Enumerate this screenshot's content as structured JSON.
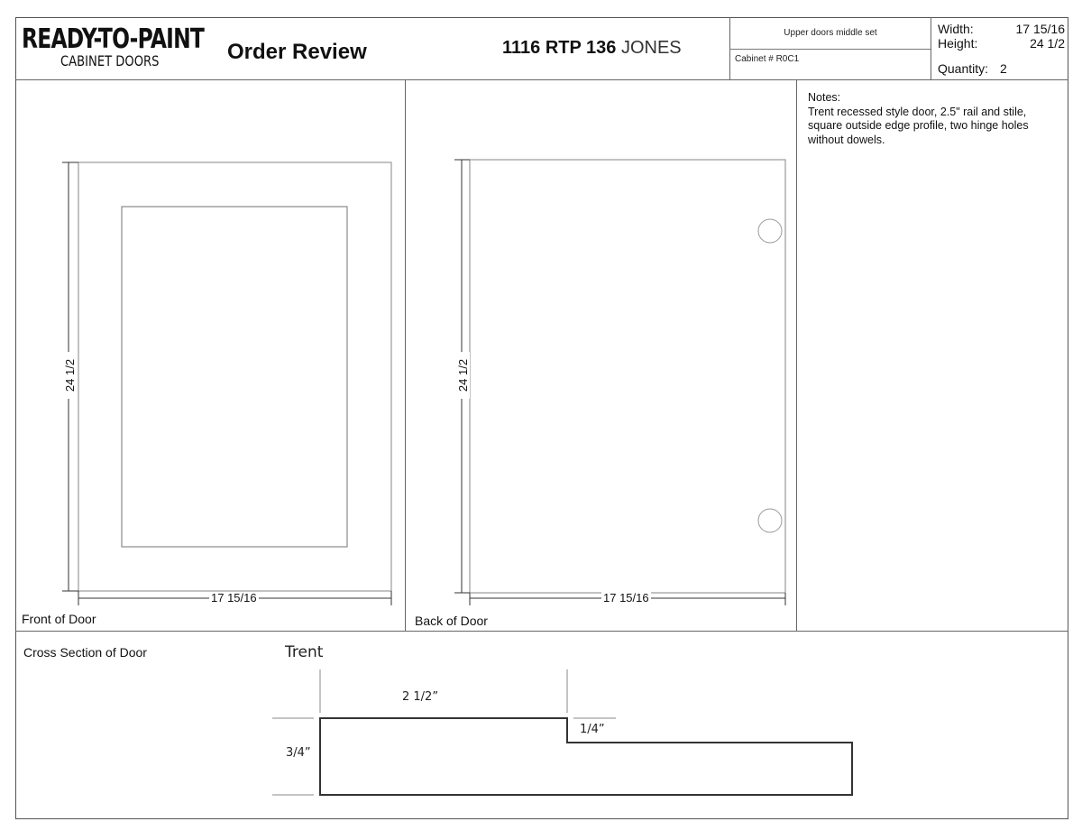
{
  "header": {
    "logo_main": "READY-TO-PAINT",
    "logo_sub": "CABINET DOORS",
    "title": "Order Review",
    "job_number": "1116 RTP 136",
    "job_name": "JONES",
    "description": "Upper doors middle set",
    "cabinet": "Cabinet # R0C1",
    "width_label": "Width:",
    "width_value": "17 15/16",
    "height_label": "Height:",
    "height_value": "24 1/2",
    "quantity_label": "Quantity:",
    "quantity_value": "2"
  },
  "notes": {
    "heading": "Notes:",
    "text": "Trent recessed style door, 2.5\" rail and stile, square outside edge profile, two hinge holes without dowels."
  },
  "front_view": {
    "label": "Front of Door",
    "width_dim": "17 15/16",
    "height_dim": "24 1/2"
  },
  "back_view": {
    "label": "Back of Door",
    "width_dim": "17 15/16",
    "height_dim": "24 1/2",
    "hinge_holes": 2
  },
  "cross_section": {
    "label": "Cross Section of Door",
    "style": "Trent",
    "rail_width": "2 1/2”",
    "thickness": "3/4”",
    "recess_depth": "1/4”"
  },
  "colors": {
    "line": "#555555",
    "text": "#111111",
    "background": "#ffffff"
  }
}
